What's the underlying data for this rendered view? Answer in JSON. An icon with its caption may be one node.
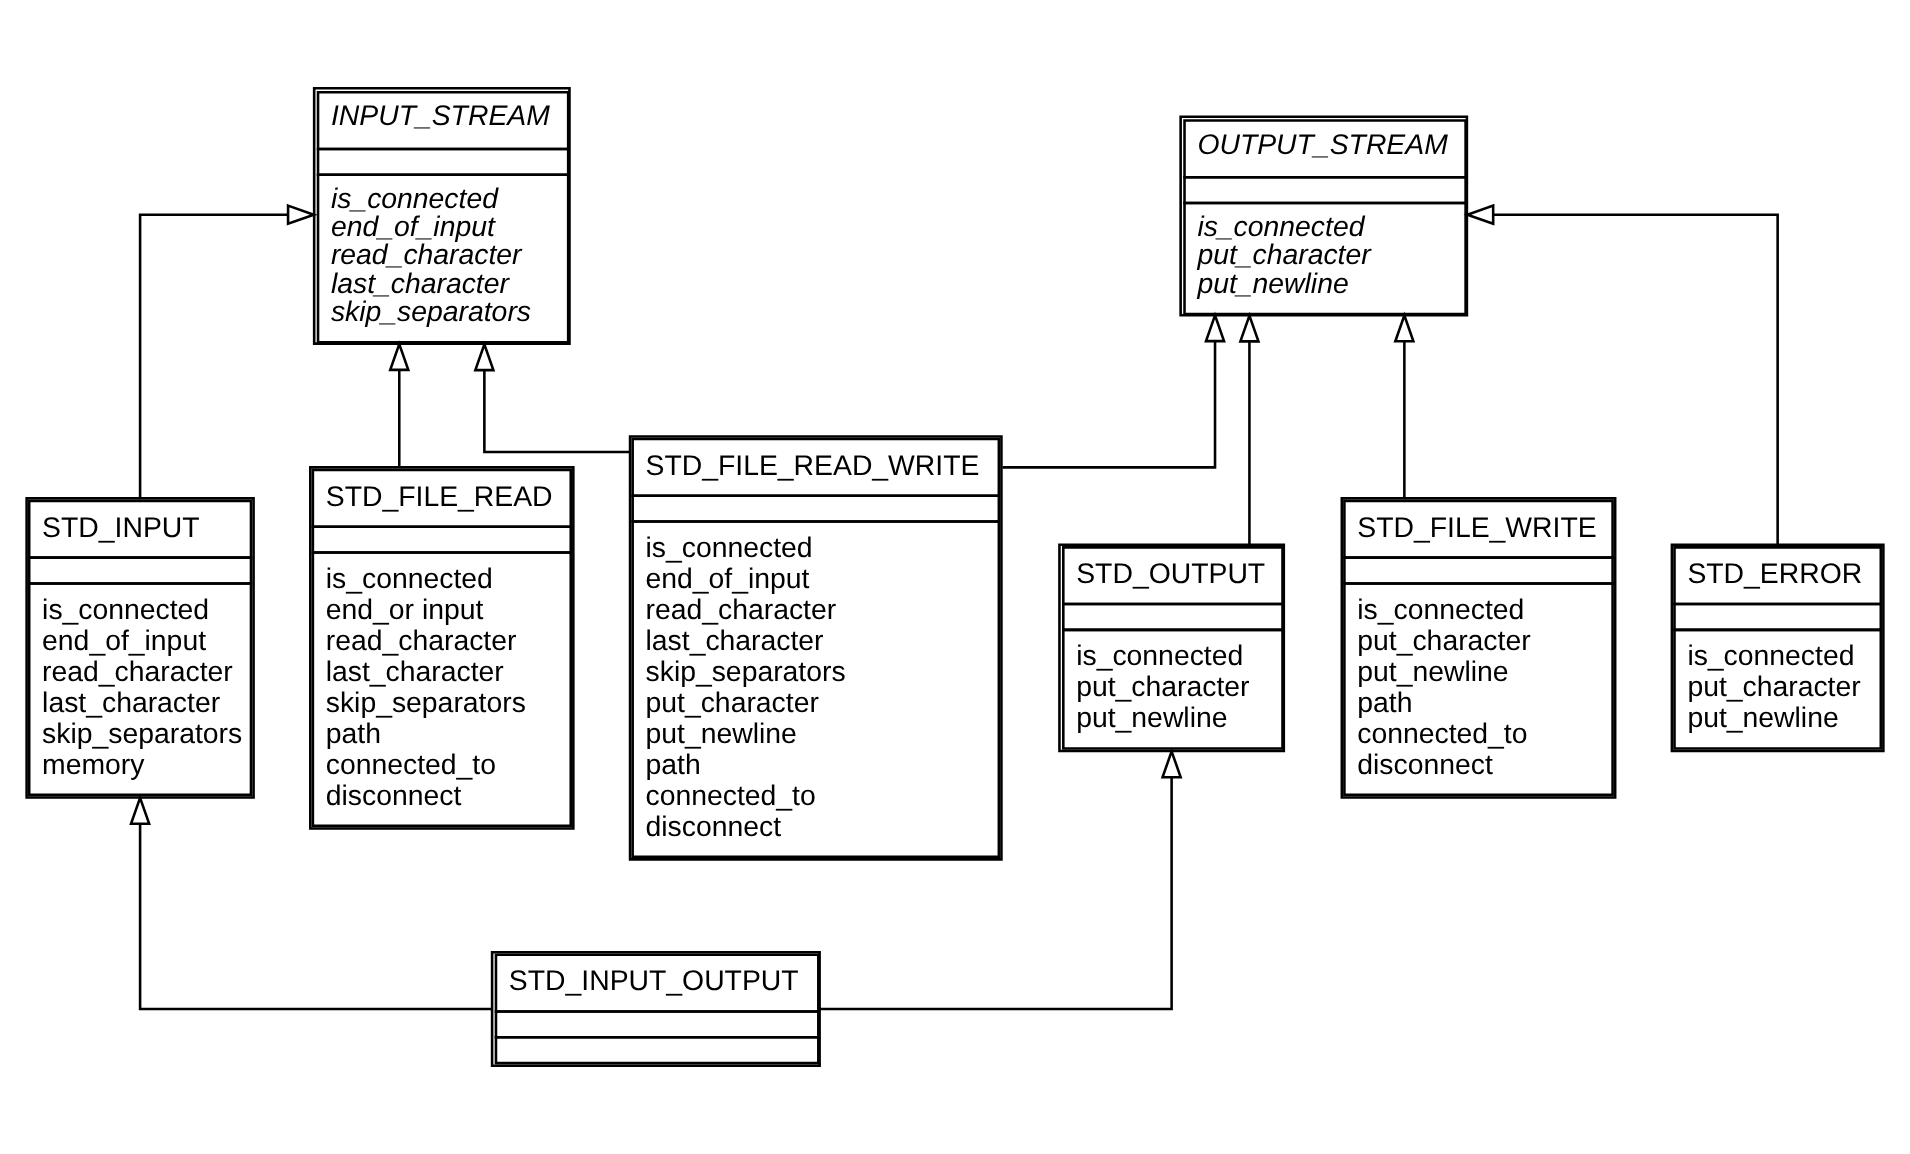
{
  "diagram": {
    "nodes": [
      {
        "text": [
          "INPUT_STREAM",
          "is_connected",
          "end_of_input",
          "read_character",
          "last_character",
          "skip_separators"
        ]
      },
      {
        "text": [
          "OUTPUT_STREAM",
          "is_connected",
          "put_character",
          "put_newline"
        ]
      },
      {
        "text": [
          "STD_INPUT",
          "is_connected",
          "end_of_input",
          "read_character",
          "last_character",
          "skip_separators",
          "memory"
        ]
      },
      {
        "text": [
          "STD_FILE_READ",
          "is_connected",
          "end_or input",
          "read_character",
          "last_character",
          "skip_separators",
          "path",
          "connected_to",
          "disconnect"
        ]
      },
      {
        "text": [
          "STD_FILE_READ_WRITE",
          "is_connected",
          "end_of_input",
          "read_character",
          "last_character",
          "skip_separators",
          "put_character",
          "put_newline",
          "path",
          "connected_to",
          "disconnect"
        ]
      },
      {
        "text": [
          "STD_FILE_WRITE",
          "is_connected",
          "put_character",
          "put_newline",
          "path",
          "connected_to",
          "disconnect"
        ]
      },
      {
        "text": [
          "STD_ERROR",
          "is_connected",
          "put_character",
          "put_newline"
        ]
      },
      {
        "text": [
          "STD_OUTPUT",
          "is_connected",
          "put_character",
          "put_newline"
        ]
      },
      {
        "text": [
          "STD_INPUT_OUTPUT"
        ]
      }
    ],
    "edges": [
      {
        "from": 2,
        "to": 0,
        "arrow": "to"
      },
      {
        "from": 3,
        "to": 0,
        "arrow": "to"
      },
      {
        "from": 4,
        "to": 0,
        "arrow": "to"
      },
      {
        "from": 4,
        "to": 1,
        "arrow": "to"
      },
      {
        "from": 5,
        "to": 1,
        "arrow": "to"
      },
      {
        "from": 7,
        "to": 1,
        "arrow": "to"
      },
      {
        "from": 6,
        "to": 1,
        "arrow": "to"
      },
      {
        "from": 8,
        "to": 2,
        "arrow": "to"
      },
      {
        "from": 8,
        "to": 7,
        "arrow": "to"
      }
    ]
  }
}
